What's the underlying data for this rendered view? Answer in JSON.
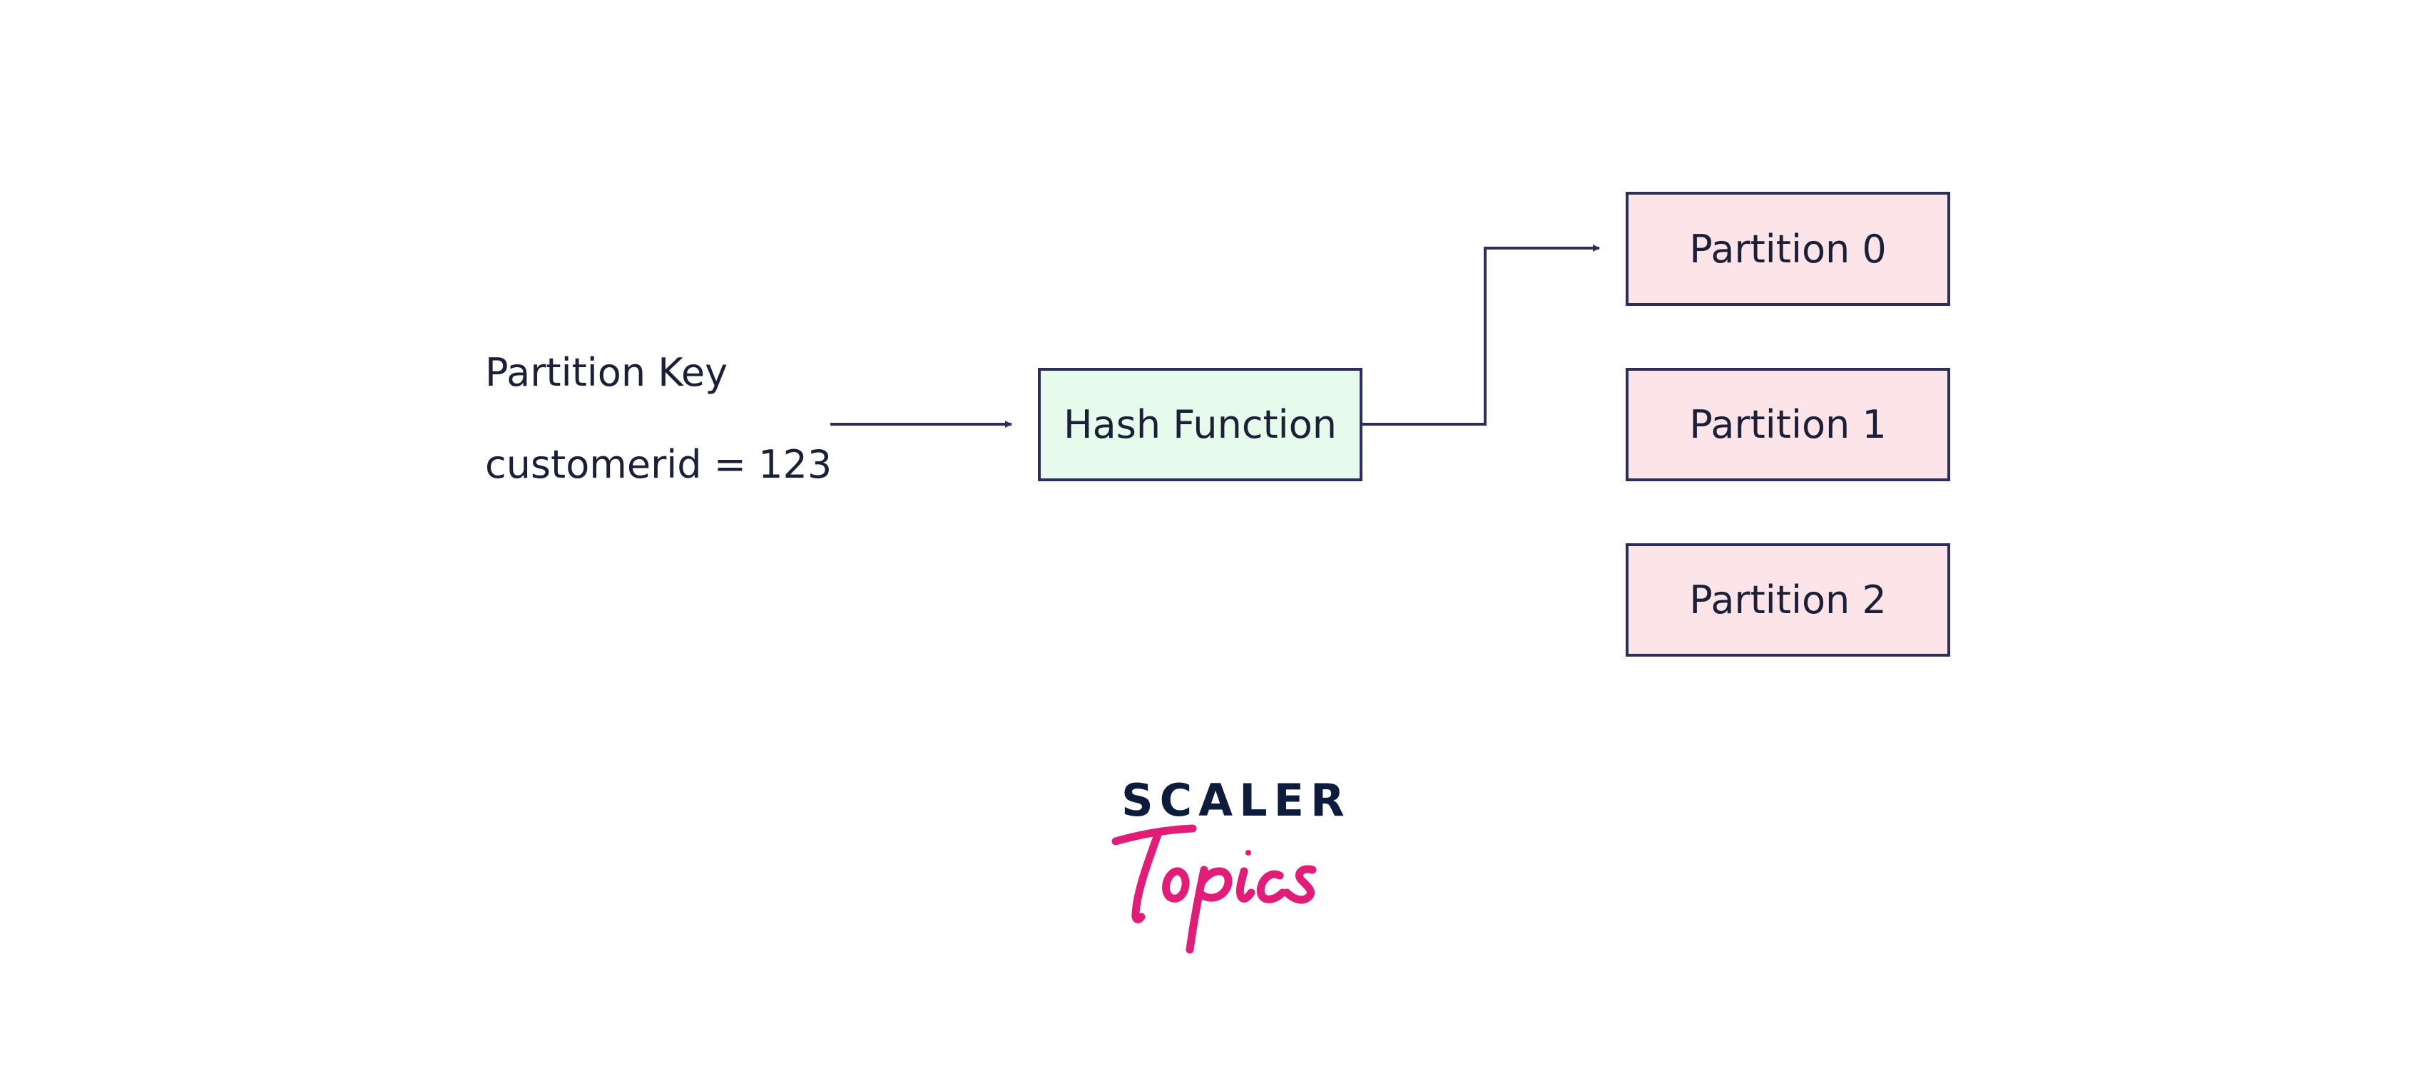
{
  "key_block": {
    "title": "Partition Key",
    "value": "customerid = 123"
  },
  "hash_box": {
    "label": "Hash Function"
  },
  "partitions": [
    {
      "label": "Partition 0"
    },
    {
      "label": "Partition 1"
    },
    {
      "label": "Partition 2"
    }
  ],
  "logo": {
    "brand": "SCALER",
    "script": "Topics"
  },
  "colors": {
    "line": "#2b2d5c",
    "text": "#1b2037",
    "hash_fill": "#e6fbeb",
    "partition_fill": "#fde4e9",
    "logo_dark": "#0d1b3d",
    "logo_pink": "#e21d78"
  }
}
